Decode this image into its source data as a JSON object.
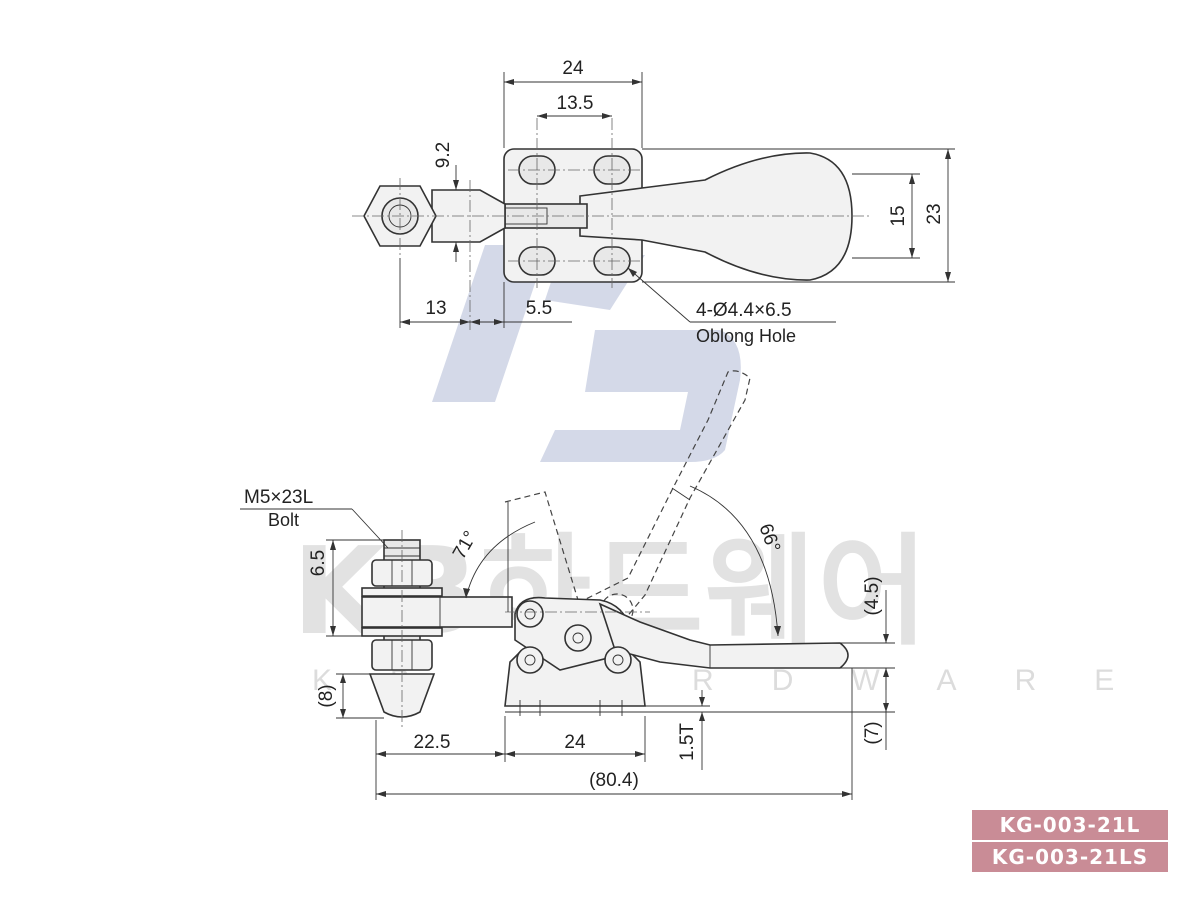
{
  "watermark": {
    "brand_text": "KB하드웨어",
    "brand_sub": "KB HARDWARE"
  },
  "top_view": {
    "dims": {
      "overall_width": "24",
      "hole_spacing": "13.5",
      "bolt_width": "9.2",
      "handle_width": "15",
      "overall_height": "23",
      "bolt_offset": "13",
      "slot_offset": "5.5"
    },
    "hole_note": "4-Ø4.4×6.5",
    "hole_note_sub": "Oblong Hole"
  },
  "side_view": {
    "bolt_spec": "M5×23L",
    "bolt_label": "Bolt",
    "dims": {
      "thread_len": "6.5",
      "tip_height": "(8)",
      "bolt_to_base": "22.5",
      "base_len": "24",
      "thickness": "1.5T",
      "overall_len": "(80.4)",
      "handle_height": "(4.5)",
      "base_height": "(7)"
    },
    "angle_bar": "71°",
    "angle_handle": "66°"
  },
  "models": [
    "KG-003-21L",
    "KG-003-21LS"
  ]
}
